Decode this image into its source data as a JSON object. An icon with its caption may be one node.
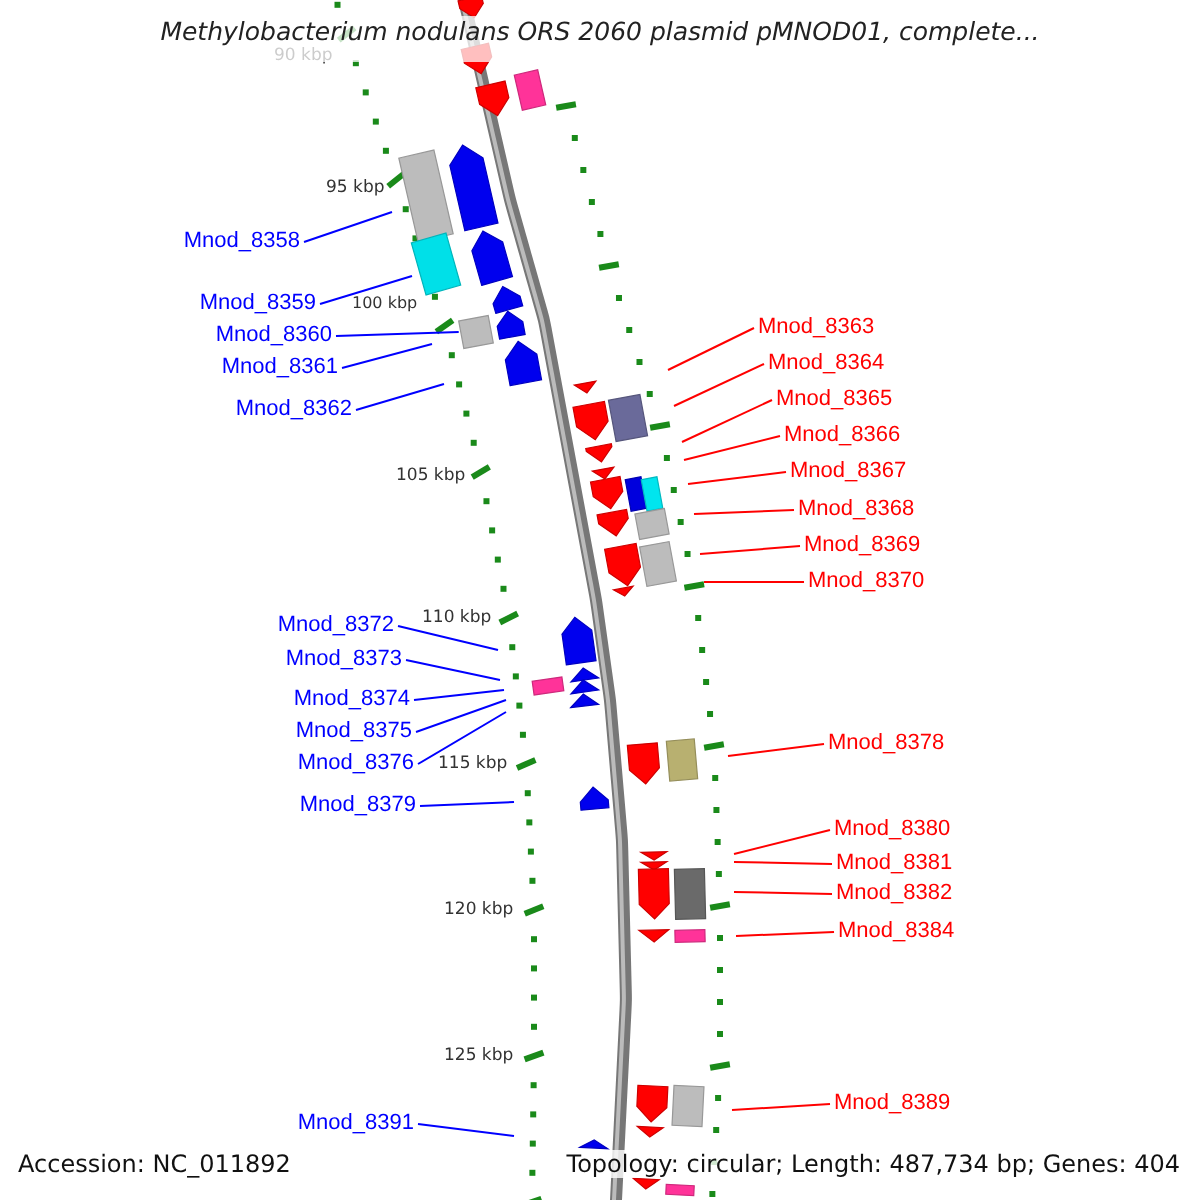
{
  "diagram": {
    "title": "Methylobacterium nodulans ORS 2060 plasmid pMNOD01, complete...",
    "nodes": [
      {
        "text": [
          "Mnod_8358"
        ]
      },
      {
        "text": [
          "Mnod_8359"
        ]
      },
      {
        "text": [
          "Mnod_8360"
        ]
      },
      {
        "text": [
          "Mnod_8361"
        ]
      },
      {
        "text": [
          "Mnod_8362"
        ]
      },
      {
        "text": [
          "Mnod_8372"
        ]
      },
      {
        "text": [
          "Mnod_8373"
        ]
      },
      {
        "text": [
          "Mnod_8374"
        ]
      },
      {
        "text": [
          "Mnod_8375"
        ]
      },
      {
        "text": [
          "Mnod_8376"
        ]
      },
      {
        "text": [
          "Mnod_8379"
        ]
      },
      {
        "text": [
          "Mnod_8391"
        ]
      },
      {
        "text": [
          "Mnod_8363"
        ]
      },
      {
        "text": [
          "Mnod_8364"
        ]
      },
      {
        "text": [
          "Mnod_8365"
        ]
      },
      {
        "text": [
          "Mnod_8366"
        ]
      },
      {
        "text": [
          "Mnod_8367"
        ]
      },
      {
        "text": [
          "Mnod_8368"
        ]
      },
      {
        "text": [
          "Mnod_8369"
        ]
      },
      {
        "text": [
          "Mnod_8370"
        ]
      },
      {
        "text": [
          "Mnod_8378"
        ]
      },
      {
        "text": [
          "Mnod_8380"
        ]
      },
      {
        "text": [
          "Mnod_8381"
        ]
      },
      {
        "text": [
          "Mnod_8382"
        ]
      },
      {
        "text": [
          "Mnod_8384"
        ]
      },
      {
        "text": [
          "Mnod_8389"
        ]
      },
      {
        "text": [],
        "shape": "box"
      }
    ],
    "edges": [
      {
        "from": 0,
        "to": null,
        "arrow": "none",
        "color": "#0000ff"
      },
      {
        "from": 1,
        "to": null,
        "arrow": "none",
        "color": "#0000ff"
      },
      {
        "from": 2,
        "to": 26,
        "arrow": "none",
        "color": "#0000ff"
      },
      {
        "from": 3,
        "to": null,
        "arrow": "none",
        "color": "#0000ff"
      },
      {
        "from": 4,
        "to": null,
        "arrow": "none",
        "color": "#0000ff"
      },
      {
        "from": 5,
        "to": null,
        "arrow": "none",
        "color": "#0000ff"
      },
      {
        "from": 6,
        "to": null,
        "arrow": "none",
        "color": "#0000ff"
      },
      {
        "from": 7,
        "to": null,
        "arrow": "none",
        "color": "#0000ff"
      },
      {
        "from": 8,
        "to": null,
        "arrow": "none",
        "color": "#0000ff"
      },
      {
        "from": 9,
        "to": null,
        "arrow": "none",
        "color": "#0000ff"
      },
      {
        "from": 10,
        "to": null,
        "arrow": "none",
        "color": "#0000ff"
      },
      {
        "from": 11,
        "to": null,
        "arrow": "none",
        "color": "#0000ff"
      },
      {
        "from": 12,
        "to": null,
        "arrow": "none"
      },
      {
        "from": 13,
        "to": null,
        "arrow": "none"
      },
      {
        "from": 14,
        "to": null,
        "arrow": "none"
      },
      {
        "from": 15,
        "to": null,
        "arrow": "none"
      },
      {
        "from": 16,
        "to": null,
        "arrow": "none"
      },
      {
        "from": 17,
        "to": null,
        "arrow": "none"
      },
      {
        "from": 18,
        "to": null,
        "arrow": "none"
      },
      {
        "from": 19,
        "to": null,
        "arrow": "none"
      },
      {
        "from": 20,
        "to": null,
        "arrow": "none"
      },
      {
        "from": 21,
        "to": null,
        "arrow": "none"
      },
      {
        "from": 22,
        "to": null,
        "arrow": "none"
      },
      {
        "from": 23,
        "to": null,
        "arrow": "none"
      },
      {
        "from": 24,
        "to": null,
        "arrow": "none"
      },
      {
        "from": 25,
        "to": null,
        "arrow": "none"
      }
    ],
    "labels": [
      "90 kbp",
      "95 kbp",
      "100 kbp",
      "105 kbp",
      "110 kbp",
      "115 kbp",
      "120 kbp",
      "125 kbp",
      "Accession: NC_011892",
      "Topology: circular; Length: 487,734 bp; Genes: 404"
    ]
  }
}
